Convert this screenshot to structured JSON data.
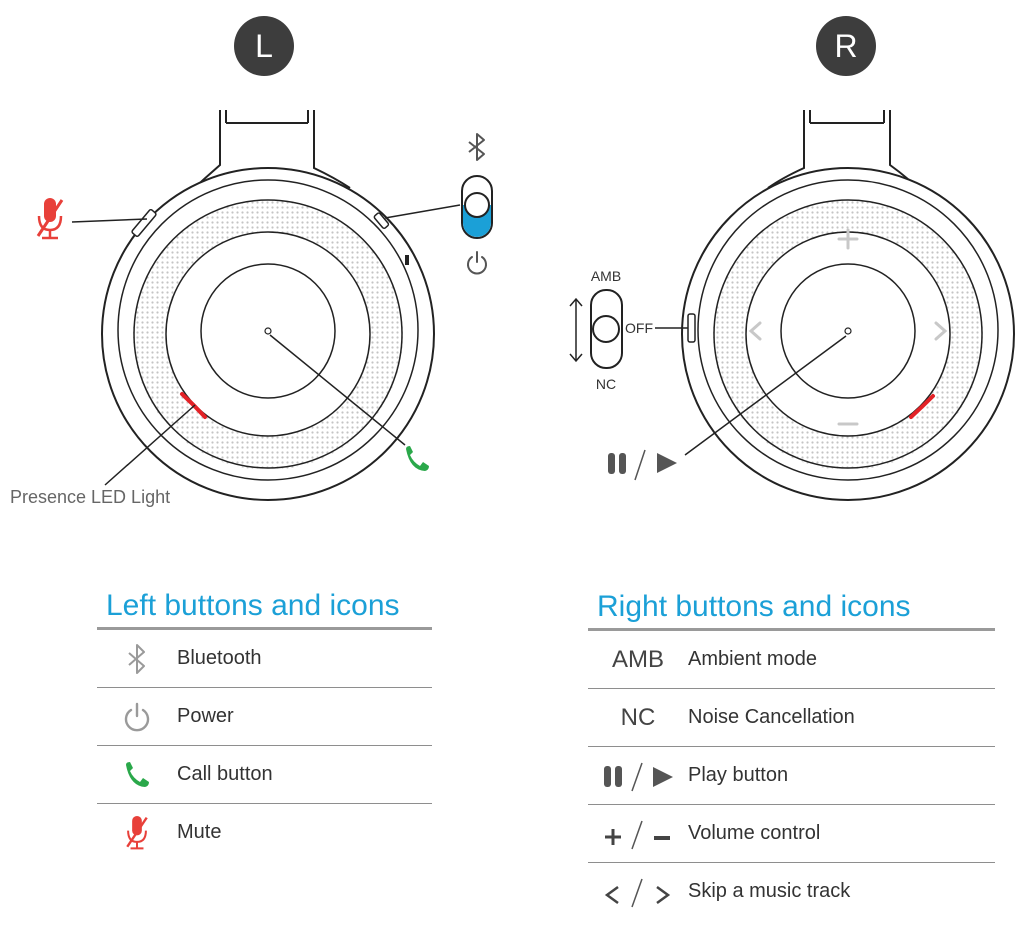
{
  "badges": {
    "left": "L",
    "right": "R"
  },
  "callouts": {
    "presence_led": "Presence LED Light",
    "amb": "AMB",
    "nc": "NC",
    "off": "OFF"
  },
  "left_legend": {
    "title": "Left buttons and icons",
    "items": [
      {
        "icon": "bluetooth-icon",
        "label": "Bluetooth"
      },
      {
        "icon": "power-icon",
        "label": "Power"
      },
      {
        "icon": "call-icon",
        "label": "Call button"
      },
      {
        "icon": "mute-icon",
        "label": "Mute"
      }
    ]
  },
  "right_legend": {
    "title": "Right buttons and icons",
    "items": [
      {
        "icon_text": "AMB",
        "label": "Ambient mode"
      },
      {
        "icon_text": "NC",
        "label": "Noise Cancellation"
      },
      {
        "icon": "pause-play-icon",
        "label": "Play button"
      },
      {
        "icon": "plus-minus-icon",
        "label": "Volume control"
      },
      {
        "icon": "prev-next-icon",
        "label": "Skip a music track"
      }
    ]
  },
  "colors": {
    "badge": "#3d3d3d",
    "accent_blue": "#1ba0d7",
    "call_green": "#2aa84a",
    "mute_red": "#e8403a",
    "led_red": "#e32227",
    "icon_gray": "#9a9a9a"
  }
}
